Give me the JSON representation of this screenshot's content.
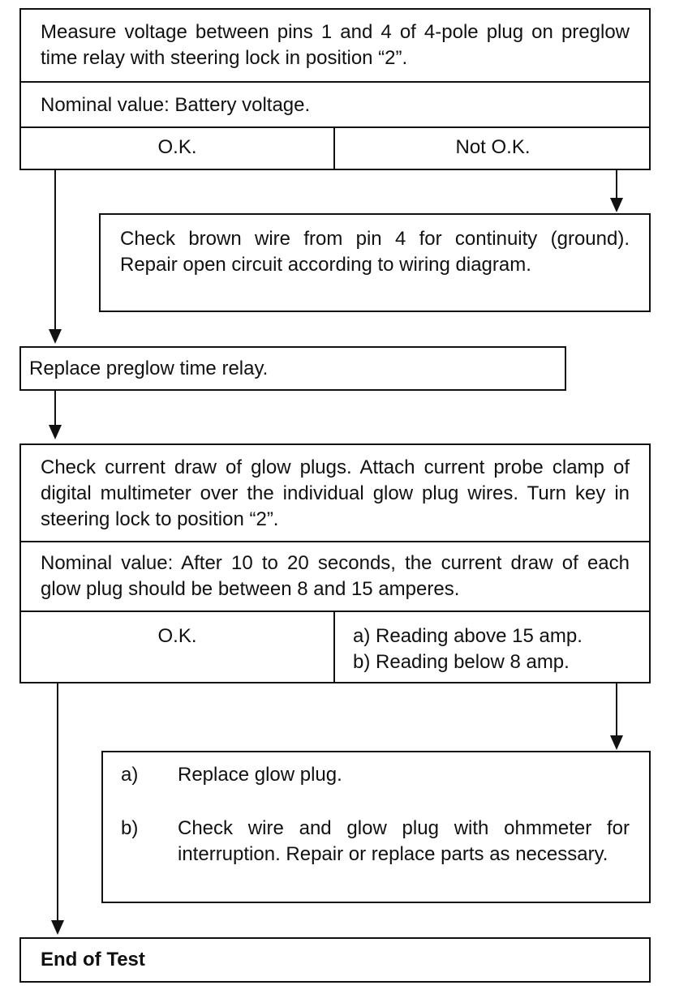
{
  "box1": {
    "instruction": "Measure voltage between pins 1 and 4 of 4-pole plug on preglow time relay with steering lock in position “2”.",
    "nominal": "Nominal value: Battery voltage.",
    "ok_label": "O.K.",
    "not_ok_label": "Not O.K."
  },
  "box2": {
    "text": "Check brown wire from pin 4 for continuity (ground). Repair open circuit according to wiring diagram."
  },
  "box3": {
    "text": "Replace preglow time relay."
  },
  "box4": {
    "instruction": "Check current draw of glow plugs. Attach current probe clamp of digital multimeter over the individual glow plug wires. Turn key in steering lock to position “2”.",
    "nominal": "Nominal value: After 10 to 20 seconds, the current draw of each glow plug should be between 8 and 15 amperes.",
    "ok_label": "O.K.",
    "not_ok_line_a": "a) Reading above 15 amp.",
    "not_ok_line_b": "b) Reading below 8 amp."
  },
  "box5": {
    "item_a_label": "a)",
    "item_a_text": "Replace glow plug.",
    "item_b_label": "b)",
    "item_b_text": "Check wire and glow plug with ohmmeter for interruption. Repair or replace parts as necessary."
  },
  "end": {
    "text": "End of Test"
  }
}
